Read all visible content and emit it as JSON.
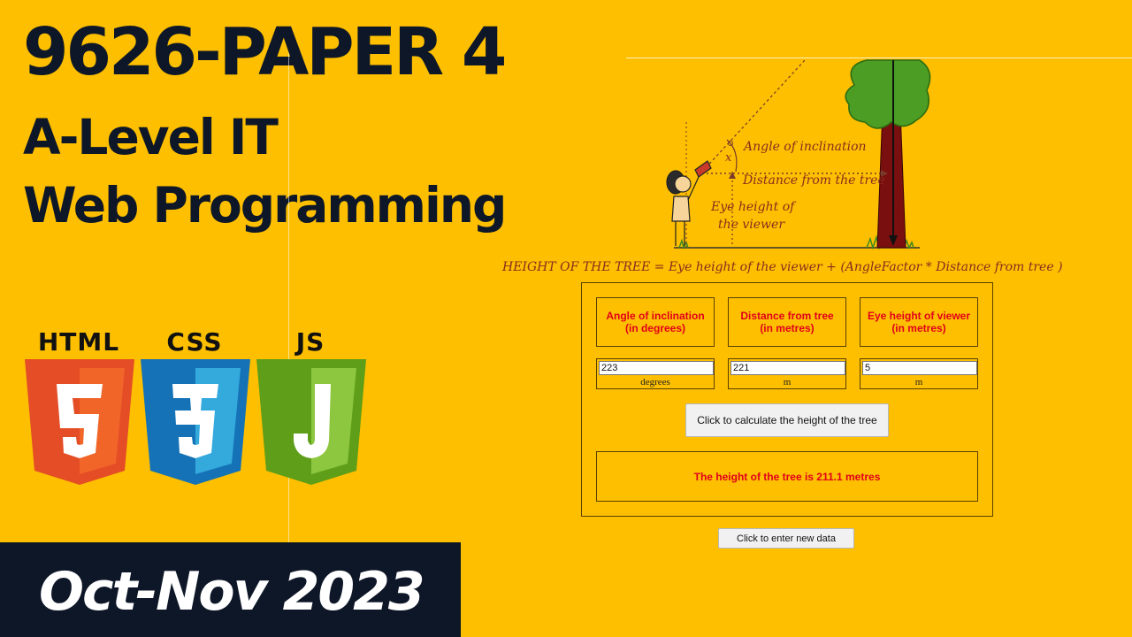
{
  "thumbnail": {
    "title": "9626-PAPER 4",
    "subtitle_line1": "A-Level IT",
    "subtitle_line2": "Web Programming",
    "date": "Oct-Nov 2023"
  },
  "logos": [
    {
      "label": "HTML",
      "glyph": "5",
      "color_main": "#E44D26",
      "color_light": "#F16529",
      "icon": "html5-icon"
    },
    {
      "label": "CSS",
      "glyph": "3",
      "color_main": "#1572B6",
      "color_light": "#33A9DC",
      "icon": "css3-icon"
    },
    {
      "label": "JS",
      "glyph": "J",
      "color_main": "#5F9E18",
      "color_light": "#8DC63F",
      "icon": "js-icon"
    }
  ],
  "diagram": {
    "angle_marker": "x",
    "label_angle": "Angle of inclination",
    "label_distance": "Distance from the tree",
    "label_eye_line1": "Eye height of",
    "label_eye_line2": "the viewer",
    "formula": "HEIGHT OF THE TREE =  Eye height of the viewer + (AngleFactor * Distance from tree )"
  },
  "calculator": {
    "angle_label_line1": "Angle of inclination",
    "angle_label_line2": "(in degrees)",
    "distance_label_line1": "Distance from tree",
    "distance_label_line2": "(in metres)",
    "eye_label_line1": "Eye height of viewer",
    "eye_label_line2": "(in metres)",
    "angle_value": "223",
    "angle_unit": "degrees",
    "distance_value": "221",
    "distance_unit": "m",
    "eye_value": "5",
    "eye_unit": "m",
    "calculate_button": "Click to calculate the height of the tree",
    "result": "The height of the tree is 211.1 metres",
    "new_data_button": "Click to enter new data"
  },
  "colors": {
    "background": "#FDBF00",
    "navy": "#0E1728",
    "label_red": "#E2001A"
  }
}
